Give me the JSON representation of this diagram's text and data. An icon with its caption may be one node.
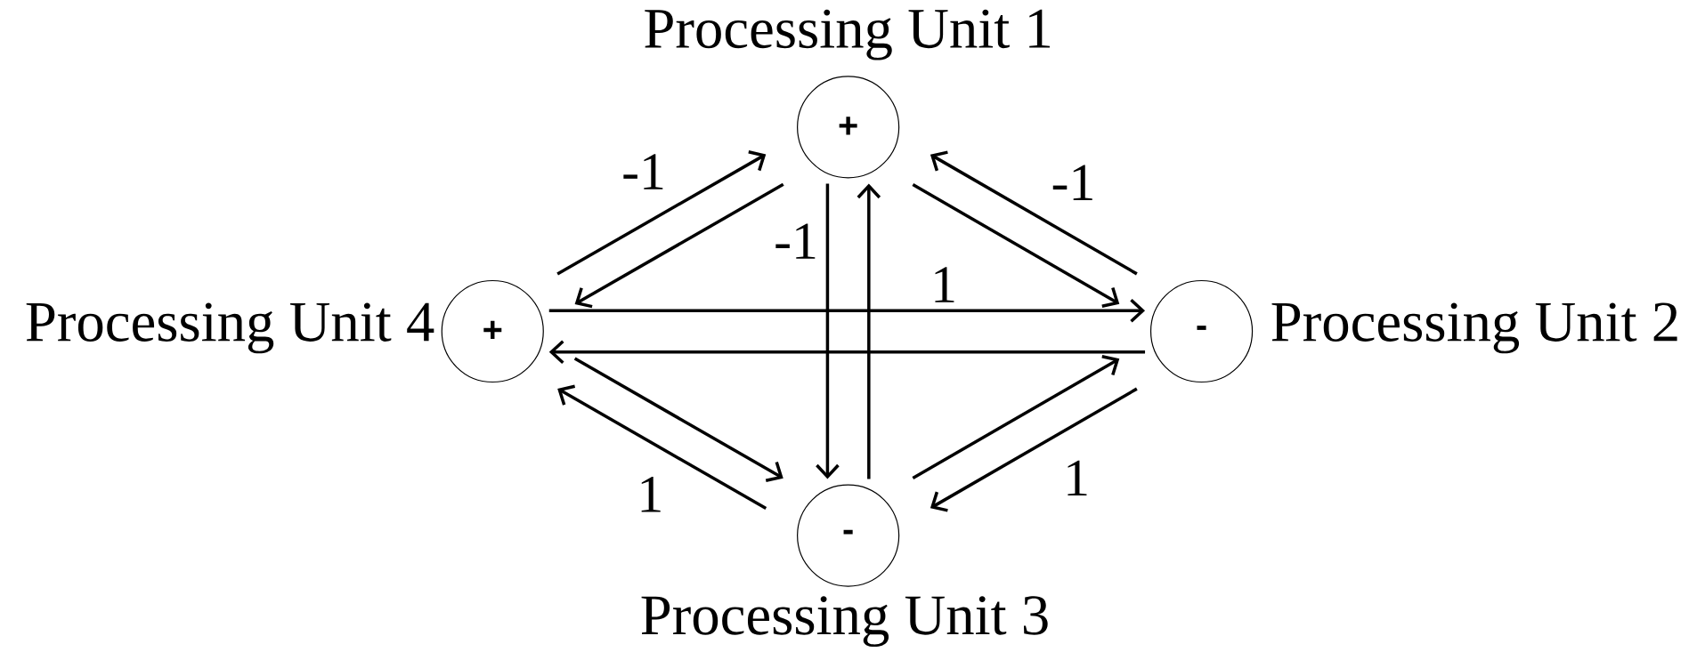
{
  "diagram": {
    "nodes": [
      {
        "text": [
          "Processing Unit 1",
          "+"
        ]
      },
      {
        "text": [
          "-",
          "Processing Unit 2"
        ]
      },
      {
        "text": [
          "-",
          "Processing Unit 3"
        ]
      },
      {
        "text": [
          "Processing Unit 4",
          "+"
        ]
      }
    ],
    "edges": [
      {
        "from": 3,
        "to": 0,
        "arrow": "to",
        "label": "-1"
      },
      {
        "from": 0,
        "to": 3,
        "arrow": "to"
      },
      {
        "from": 1,
        "to": 0,
        "arrow": "to",
        "label": "-1"
      },
      {
        "from": 0,
        "to": 1,
        "arrow": "to"
      },
      {
        "from": 0,
        "to": 2,
        "arrow": "to",
        "label": "-1"
      },
      {
        "from": 2,
        "to": 0,
        "arrow": "to"
      },
      {
        "from": 3,
        "to": 1,
        "arrow": "to",
        "label": "1"
      },
      {
        "from": 1,
        "to": 3,
        "arrow": "to"
      },
      {
        "from": 3,
        "to": 2,
        "arrow": "to"
      },
      {
        "from": 2,
        "to": 3,
        "arrow": "to",
        "label": "1"
      },
      {
        "from": 2,
        "to": 1,
        "arrow": "to"
      },
      {
        "from": 1,
        "to": 2,
        "arrow": "to",
        "label": "1"
      }
    ]
  }
}
